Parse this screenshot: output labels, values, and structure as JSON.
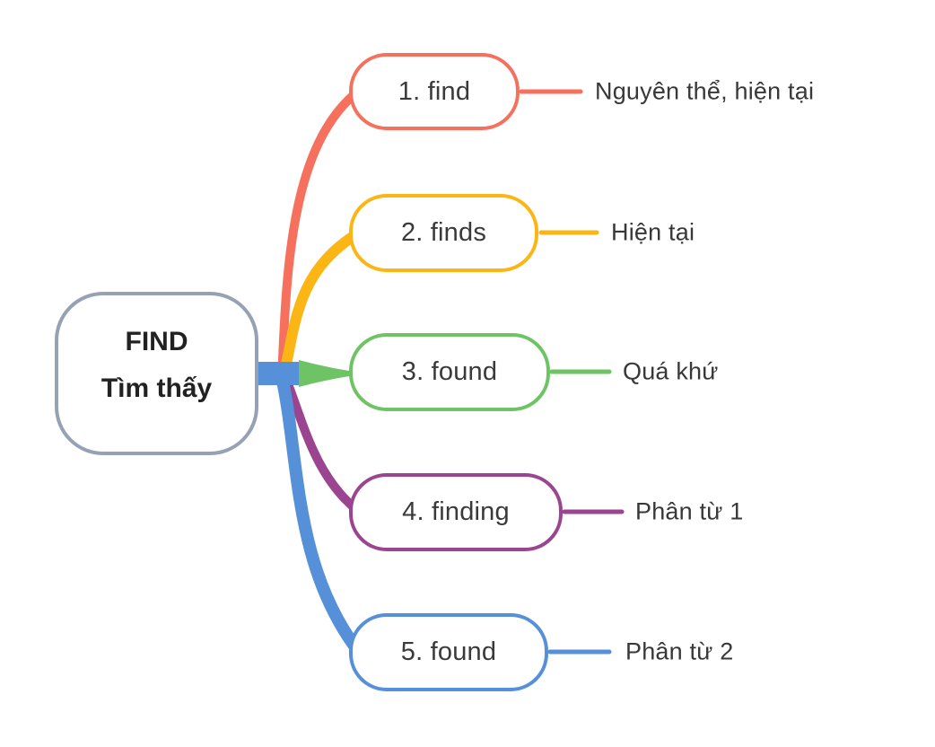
{
  "diagram": {
    "type": "mindmap",
    "topic": "verb forms of FIND"
  },
  "root": {
    "title": "FIND",
    "subtitle": "Tìm thấy",
    "border_color": "#95a1b4"
  },
  "branches": [
    {
      "label": "1. find",
      "note": "Nguyên thể, hiện tại",
      "color": "#f6705e"
    },
    {
      "label": "2. finds",
      "note": "Hiện tại",
      "color": "#fbb515"
    },
    {
      "label": "3. found",
      "note": "Quá khứ",
      "color": "#6ec464"
    },
    {
      "label": "4. finding",
      "note": "Phân từ 1",
      "color": "#9b4590"
    },
    {
      "label": "5. found",
      "note": "Phân từ 2",
      "color": "#5590d8"
    }
  ],
  "colors": {
    "background": "#ffffff",
    "node_text": "#3a3a3a",
    "root_text": "#222222"
  }
}
